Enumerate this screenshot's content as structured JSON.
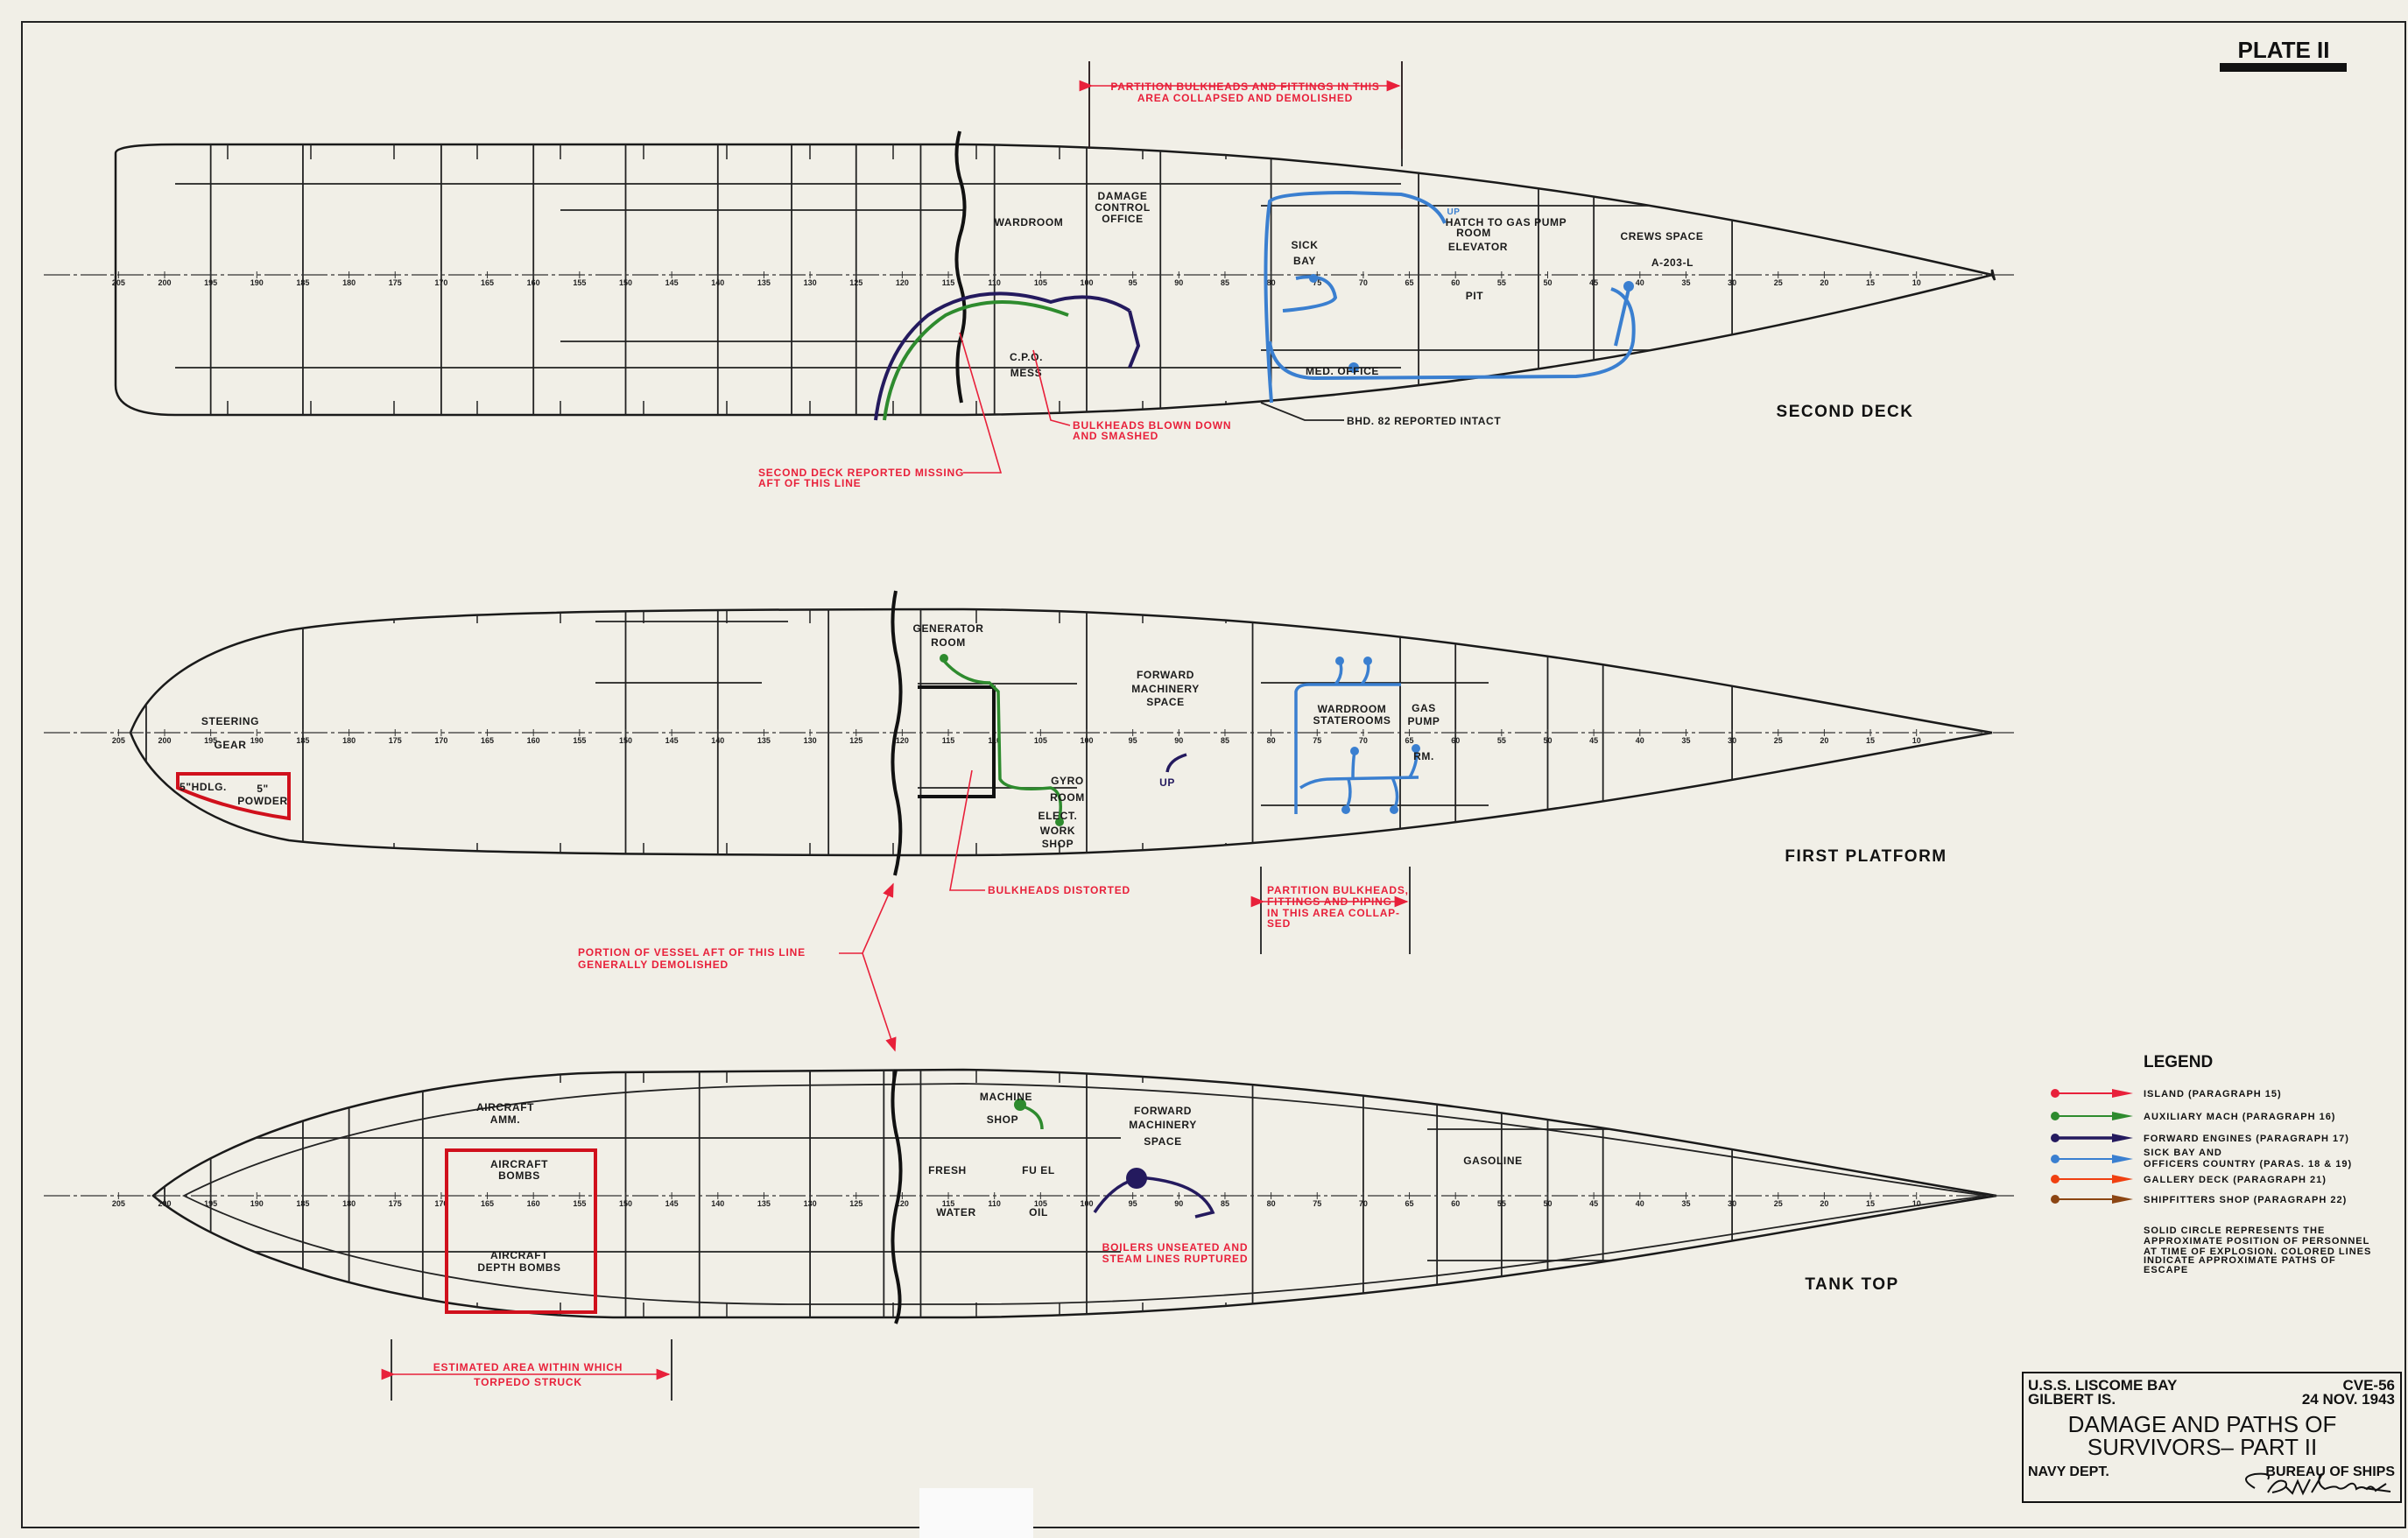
{
  "plate": "PLATE II",
  "colors": {
    "paper": "#f1efe7",
    "island": "#e8203a",
    "auxiliary_mach": "#2e8b2e",
    "forward_engines": "#241a5e",
    "sick_bay": "#3a7fd0",
    "gallery_deck": "#f04010",
    "shipfitters_shop": "#8b4513",
    "annotation": "#e8203a"
  },
  "frame_labels": [
    "205",
    "200",
    "195",
    "190",
    "185",
    "180",
    "175",
    "170",
    "165",
    "160",
    "155",
    "150",
    "145",
    "140",
    "135",
    "130",
    "125",
    "120",
    "115",
    "110",
    "105",
    "100",
    "95",
    "90",
    "85",
    "80",
    "75",
    "70",
    "65",
    "60",
    "55",
    "50",
    "45",
    "40",
    "35",
    "30",
    "25",
    "20",
    "15",
    "10"
  ],
  "second_deck": {
    "title": "SECOND DECK",
    "rooms": {
      "wardroom": "WARDROOM",
      "damage_control": [
        "DAMAGE",
        "CONTROL",
        "OFFICE"
      ],
      "cpo_mess": [
        "C.P.O.",
        "MESS"
      ],
      "sick_bay": [
        "SICK",
        "BAY"
      ],
      "hatch": [
        "HATCH TO GAS PUMP",
        "ROOM"
      ],
      "elevator": "ELEVATOR",
      "pit": "PIT",
      "crews_space": "CREWS SPACE",
      "a203l": "A-203-L",
      "med_office": "MED. OFFICE",
      "up": "UP"
    },
    "notes": {
      "partition": [
        "PARTITION BULKHEADS AND FITTINGS IN THIS",
        "AREA COLLAPSED AND DEMOLISHED"
      ],
      "blown_down": [
        "BULKHEADS BLOWN DOWN",
        "AND SMASHED"
      ],
      "missing": [
        "SECOND DECK REPORTED MISSING",
        "AFT OF THIS LINE"
      ],
      "bhd82": "BHD. 82 REPORTED INTACT"
    }
  },
  "first_platform": {
    "title": "FIRST PLATFORM",
    "rooms": {
      "steering": [
        "STEERING",
        "GEAR"
      ],
      "hdlg": "5\"HDLG.",
      "powder": [
        "5\"",
        "POWDER"
      ],
      "generator": [
        "GENERATOR",
        "ROOM"
      ],
      "fwd_mach": [
        "FORWARD",
        "MACHINERY",
        "SPACE"
      ],
      "wardroom_staterooms": [
        "WARDROOM",
        "STATEROOMS"
      ],
      "gas_pump": [
        "GAS",
        "PUMP",
        "RM."
      ],
      "gyro": [
        "GYRO",
        "ROOM"
      ],
      "elect": [
        "ELECT.",
        "WORK",
        "SHOP"
      ],
      "up": "UP"
    },
    "notes": {
      "distorted": "BULKHEADS  DISTORTED",
      "partition": [
        "PARTITION BULKHEADS,",
        "FITTINGS AND PIPING",
        "IN THIS AREA COLLAP-",
        "SED"
      ],
      "demolished": [
        "PORTION OF VESSEL AFT OF THIS LINE",
        "GENERALLY DEMOLISHED"
      ]
    }
  },
  "tank_top": {
    "title": "TANK TOP",
    "rooms": {
      "aircraft_amm": [
        "AIRCRAFT",
        "AMM."
      ],
      "aircraft_bombs": [
        "AIRCRAFT",
        "BOMBS"
      ],
      "depth_bombs": [
        "AIRCRAFT",
        "DEPTH BOMBS"
      ],
      "machine_shop": [
        "MACHINE",
        "SHOP"
      ],
      "fresh_water": [
        "FRESH",
        "WATER"
      ],
      "fuel_oil": [
        "FU EL",
        "OIL"
      ],
      "fwd_mach": [
        "FORWARD",
        "MACHINERY",
        "SPACE"
      ],
      "gasoline": "GASOLINE"
    },
    "notes": {
      "boilers": [
        "BOILERS UNSEATED AND",
        "STEAM LINES RUPTURED"
      ],
      "torpedo": [
        "ESTIMATED AREA WITHIN WHICH",
        "TORPEDO STRUCK"
      ]
    }
  },
  "legend": {
    "title": "LEGEND",
    "items": [
      {
        "label": "ISLAND  (PARAGRAPH 15)",
        "color": "#e8203a"
      },
      {
        "label": "AUXILIARY MACH  (PARAGRAPH 16)",
        "color": "#2e8b2e"
      },
      {
        "label": "FORWARD ENGINES  (PARAGRAPH 17)",
        "color": "#241a5e"
      },
      {
        "label": "SICK BAY AND",
        "label2": "OFFICERS COUNTRY  (PARAS. 18 & 19)",
        "color": "#3a7fd0"
      },
      {
        "label": "GALLERY DECK  (PARAGRAPH 21)",
        "color": "#f04010"
      },
      {
        "label": "SHIPFITTERS SHOP  (PARAGRAPH 22)",
        "color": "#8b4513"
      }
    ],
    "note": [
      "SOLID CIRCLE REPRESENTS THE",
      "APPROXIMATE POSITION OF PERSONNEL",
      "AT TIME OF EXPLOSION. COLORED LINES",
      "INDICATE APPROXIMATE PATHS OF",
      "ESCAPE"
    ]
  },
  "title_block": {
    "ship": "U.S.S. LISCOME BAY",
    "hull_no": "CVE-56",
    "location": "GILBERT IS.",
    "date": "24 NOV. 1943",
    "title1": "DAMAGE AND PATHS OF",
    "title2": "SURVIVORS– PART II",
    "dept": "NAVY DEPT.",
    "bureau": "BUREAU OF SHIPS",
    "signature": "C D Wheelock"
  }
}
